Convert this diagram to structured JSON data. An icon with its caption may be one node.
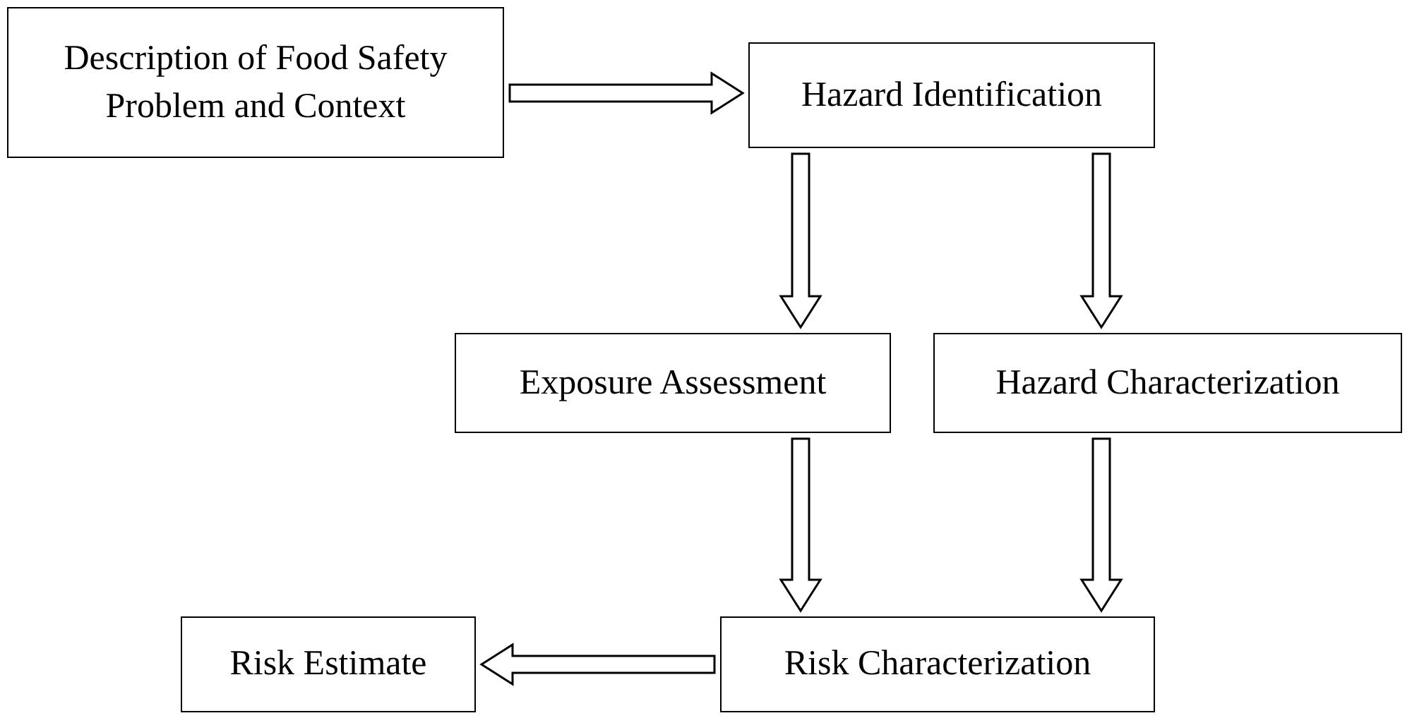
{
  "diagram": {
    "nodes": [
      {
        "text": [
          "Description of Food Safety Problem and Context"
        ]
      },
      {
        "text": [
          "Hazard Identification"
        ]
      },
      {
        "text": [
          "Exposure Assessment"
        ]
      },
      {
        "text": [
          "Hazard Characterization"
        ]
      },
      {
        "text": [
          "Risk Characterization"
        ]
      },
      {
        "text": [
          "Risk Estimate"
        ]
      }
    ],
    "edges": [
      {
        "from": 0,
        "to": 1,
        "arrow": "to"
      },
      {
        "from": 1,
        "to": 2,
        "arrow": "to"
      },
      {
        "from": 1,
        "to": 3,
        "arrow": "to"
      },
      {
        "from": 2,
        "to": 4,
        "arrow": "to"
      },
      {
        "from": 3,
        "to": 4,
        "arrow": "to"
      },
      {
        "from": 4,
        "to": 5,
        "arrow": "to"
      }
    ]
  }
}
